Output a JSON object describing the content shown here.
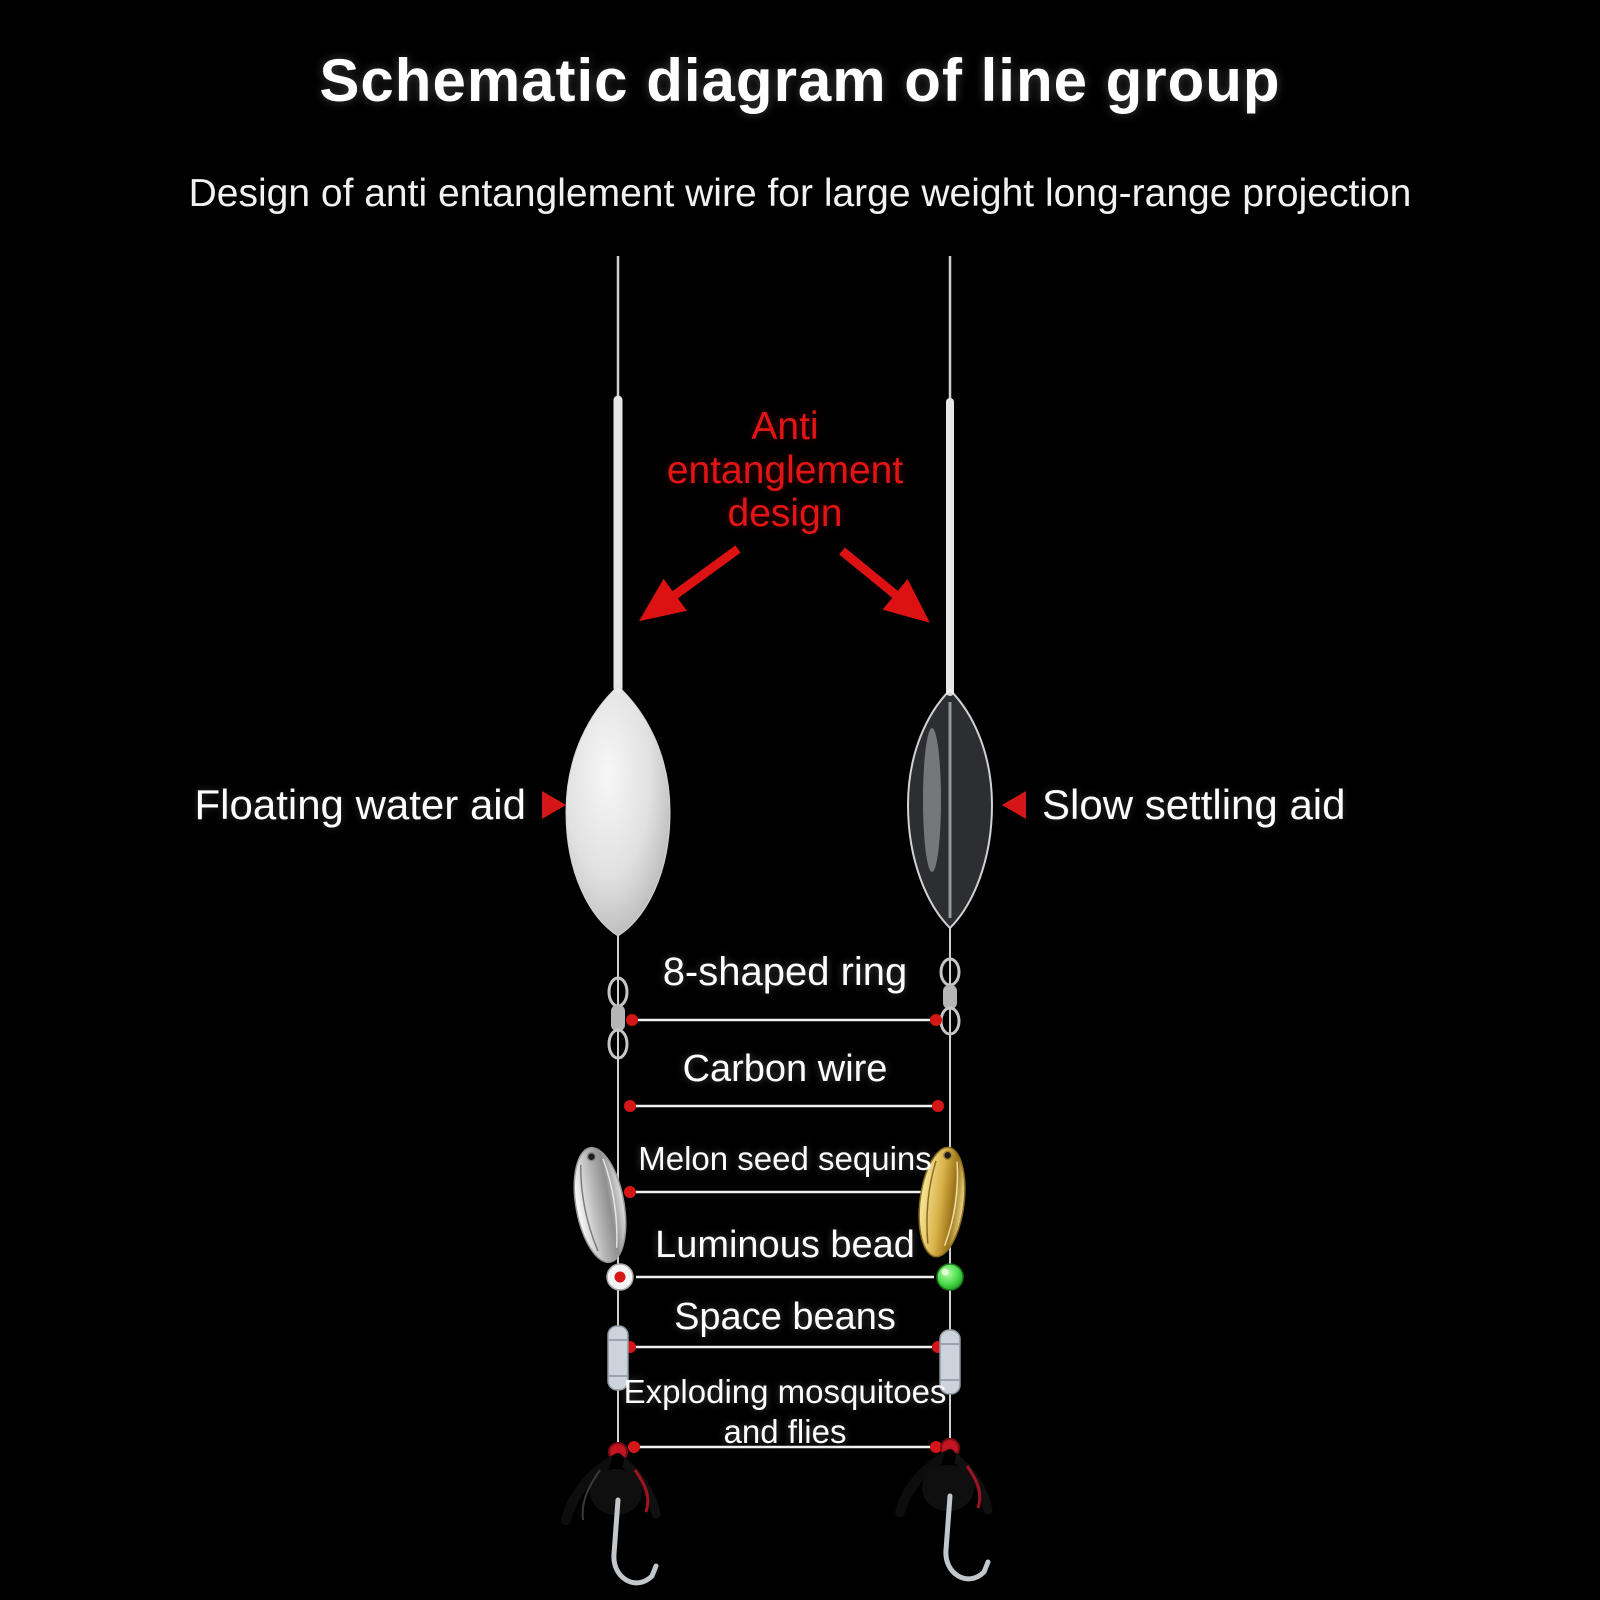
{
  "page": {
    "title": "Schematic diagram of line group",
    "subtitle": "Design of anti entanglement wire for large weight long-range projection"
  },
  "annotations": {
    "anti_entanglement": "Anti\nentanglement\ndesign",
    "left_float_label": "Floating water aid",
    "right_float_label": "Slow settling aid"
  },
  "parts": [
    {
      "label": "8-shaped ring"
    },
    {
      "label": "Carbon wire"
    },
    {
      "label": "Melon seed sequins"
    },
    {
      "label": "Luminous bead"
    },
    {
      "label": "Space beans"
    },
    {
      "label": "Exploding mosquitoes\nand flies"
    }
  ],
  "icons": {
    "left_pointer": "right-triangle-icon",
    "right_pointer": "left-triangle-icon"
  },
  "colors": {
    "background": "#000000",
    "accent_red": "#d51616",
    "annotation_red": "#e31414",
    "text_white": "#ffffff",
    "line_white": "#f0f0f0",
    "silver_sequin": "#c8c8c8",
    "gold_sequin": "#d9b24a",
    "luminous_green": "#3fcf3f"
  }
}
